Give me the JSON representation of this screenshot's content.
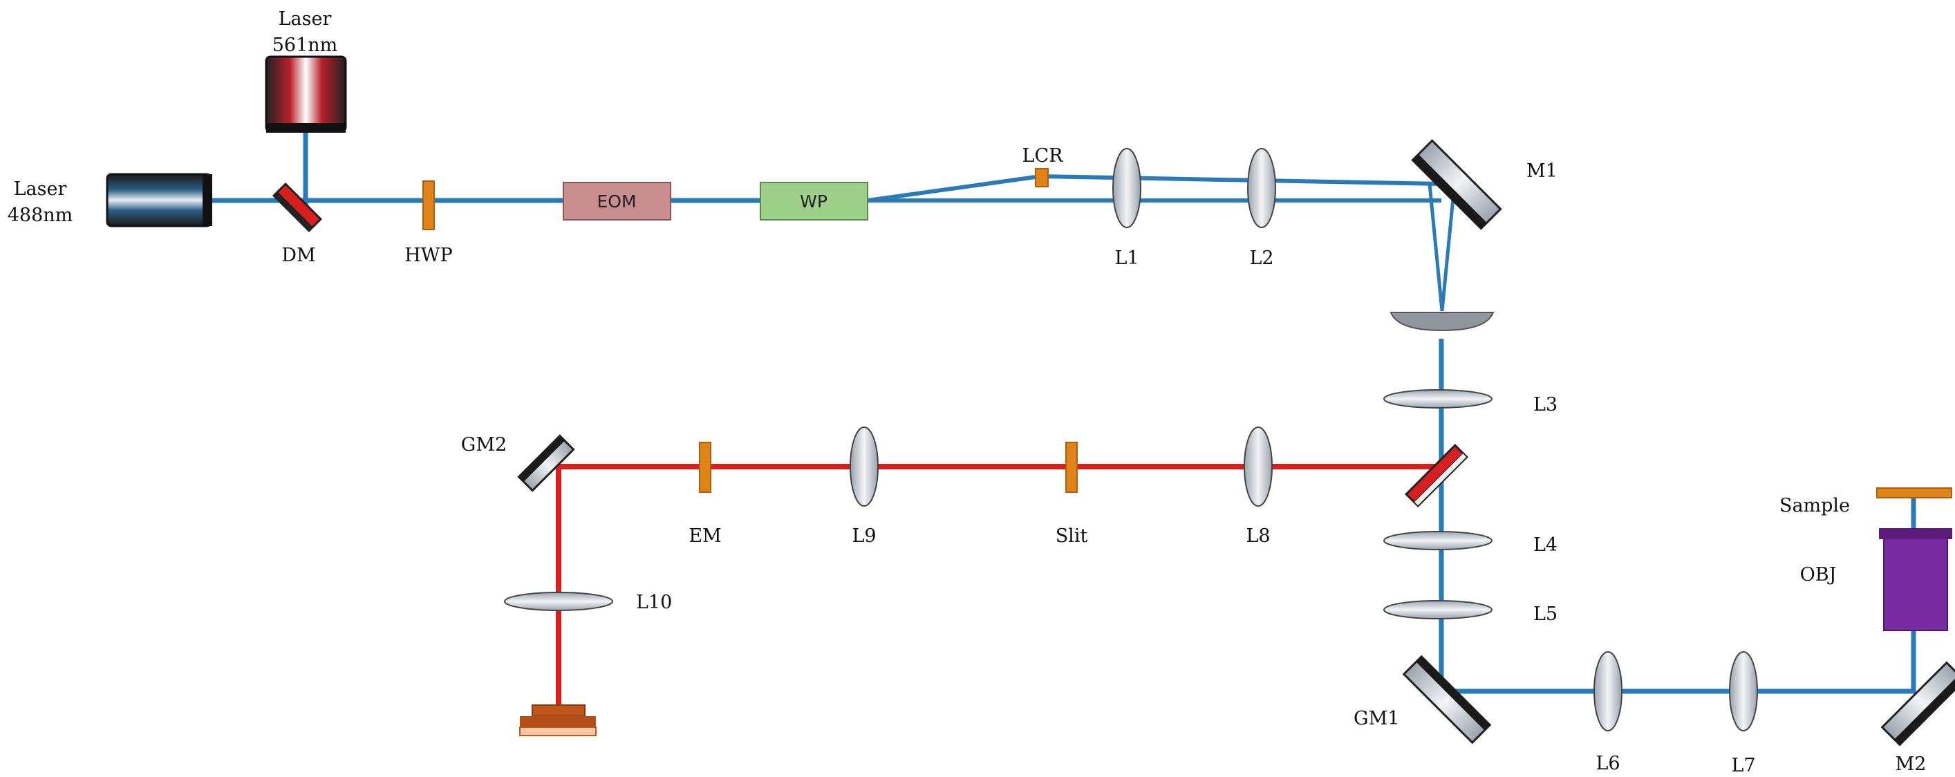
{
  "colors": {
    "blue_beam": "#2a7ab8",
    "red_beam": "#d81e1e",
    "orange": "#e0841a",
    "eom_fill": "#c98f8f",
    "wp_fill": "#9ed08a",
    "objective": "#7a2aa0",
    "lens": "#d8dde2",
    "camera": "#c0561a"
  },
  "labels": {
    "laser561": "Laser\n561nm",
    "laser488": "Laser\n488nm",
    "dm": "DM",
    "hwp": "HWP",
    "eom": "EOM",
    "wp": "WP",
    "lcr": "LCR",
    "l1": "L1",
    "l2": "L2",
    "m1": "M1",
    "l3": "L3",
    "l4": "L4",
    "l5": "L5",
    "gm1": "GM1",
    "l6": "L6",
    "l7": "L7",
    "m2": "M2",
    "obj": "OBJ",
    "sample": "Sample",
    "gm2": "GM2",
    "em": "EM",
    "l9": "L9",
    "slit": "Slit",
    "l8": "L8",
    "l10": "L10"
  }
}
